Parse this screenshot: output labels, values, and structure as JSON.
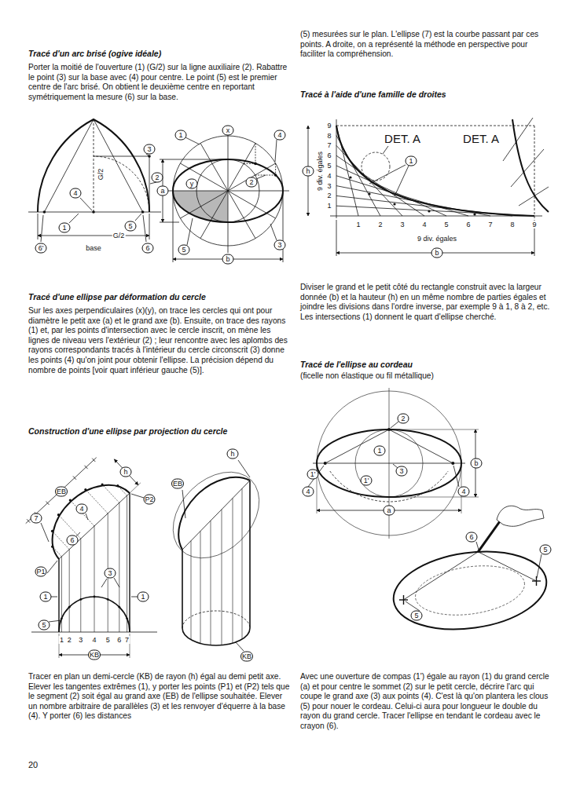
{
  "diagram": {
    "labels": [
      "Tracé d'un arc brisé (ogive idéale)",
      "Porter la moitié de l'ouverture (1) (G/2) sur la ligne auxiliaire (2). Rabattre le point (3) sur la base avec (4) pour centre. Le point (5) est le premier centre de l'arc brisé. On obtient le deuxième centre en reportant symétriquement la mesure (6) sur la base.",
      "(5) mesurées sur le plan. L'ellipse (7) est la courbe passant par ces points. A droite, on a représenté la méthode en perspective pour faciliter la compréhension.",
      "Tracé à l'aide d'une famille de droites",
      "3",
      "2",
      "4",
      "1",
      "5",
      "6'",
      "6",
      "G/2",
      "G/2",
      "base",
      "1",
      "x",
      "4",
      "a",
      "y",
      "2",
      "5",
      "3",
      "b",
      "DET. A",
      "DET. A",
      "1",
      "h",
      "9 div. égales",
      "9",
      "8",
      "7",
      "6",
      "5",
      "4",
      "3",
      "2",
      "1",
      "1",
      "2",
      "3",
      "4",
      "5",
      "6",
      "7",
      "8",
      "9",
      "9 div. égales",
      "b",
      "Diviser le grand et le petit côté du rectangle construit avec la largeur donnée (b) et la hauteur (h) en un même nombre de parties égales et joindre les divisions dans l'ordre inverse, par exemple 9 à 1, 8 à 2, etc. Les intersections (1) donnent le quart d'ellipse cherché.",
      "Tracé d'une ellipse par déformation du cercle",
      "Sur les axes perpendiculaires (x)(y), on trace les cercles qui ont pour diamètre le petit axe (a) et le grand axe (b). Ensuite, on trace des rayons (1) et, par les points d'intersection avec le cercle inscrit, on mène les lignes de niveau vers l'extérieur (2) ; leur rencontre avec les aplombs des rayons correspondants tracés à l'intérieur du cercle circonscrit (3) donne les points (4) qu'on joint pour obtenir l'ellipse. La précision dépend du nombre de points [voir quart inférieur gauche (5)].",
      "Tracé de l'ellipse au cordeau",
      "(ficelle non élastique ou fil métallique)",
      "Construction d'une ellipse par projection du cercle",
      "7",
      "EB",
      "P2",
      "4",
      "6",
      "P1",
      "3",
      "1",
      "1",
      "5",
      "1",
      "2",
      "3",
      "4",
      "5",
      "6",
      "7",
      "KB",
      "h",
      "h",
      "EB",
      "KB",
      "2",
      "1'",
      "1'",
      "3",
      "1",
      "4",
      "4",
      "b",
      "a",
      "6",
      "5",
      "5",
      "Tracer en plan un demi-cercle (KB) de rayon (h) égal au demi petit axe. Elever les tangentes extrêmes (1), y porter les points (P1) et (P2) tels que le segment (2) soit égal au grand axe (EB) de l'ellipse souhaitée. Elever un nombre arbitraire de parallèles (3) et les renvoyer d'équerre à la base (4). Y porter (6) les distances",
      "Avec une ouverture de compas (1') égale au rayon (1) du grand cercle (a) et pour centre le sommet (2) sur le petit cercle, décrire l'arc qui coupe le grand axe (3) aux points (4). C'est là qu'on plantera les clous (5) pour nouer le cordeau. Celui-ci aura pour longueur le double du rayon du grand cercle. Tracer l'ellipse en tendant le cordeau avec le crayon (6).",
      "20"
    ]
  }
}
